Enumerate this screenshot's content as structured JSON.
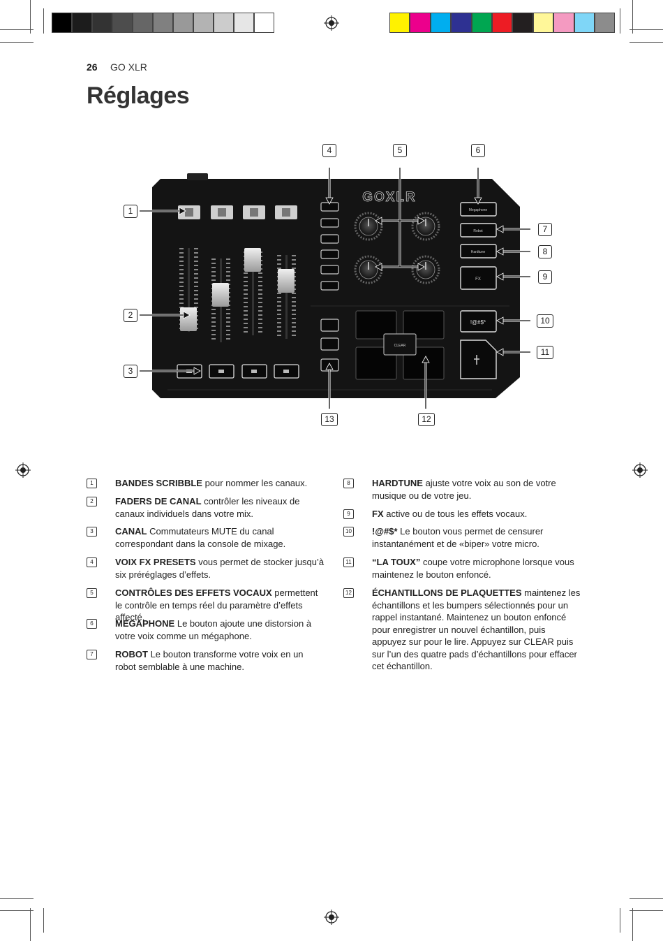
{
  "header": {
    "page_number": "26",
    "product": "GO XLR",
    "title": "Réglages"
  },
  "colors": {
    "grayscale": [
      "#000000",
      "#1c1c1c",
      "#333333",
      "#4d4d4d",
      "#666666",
      "#808080",
      "#999999",
      "#b3b3b3",
      "#cccccc",
      "#e6e6e6",
      "#ffffff"
    ],
    "process": [
      "#fff200",
      "#ec008c",
      "#00aeef",
      "#2e3192",
      "#00a651",
      "#ed1c24",
      "#231f20",
      "#fff799",
      "#f49ac1",
      "#7fd6f7",
      "#8c8c8c"
    ]
  },
  "device": {
    "logo": "GOXLR",
    "fx_labels": [
      "Megaphone",
      "Robot",
      "Hardtune",
      "FX"
    ],
    "censor_label": "!@#$*",
    "sampler_center": "CLEAR"
  },
  "callouts": [
    "1",
    "2",
    "3",
    "4",
    "5",
    "6",
    "7",
    "8",
    "9",
    "10",
    "11",
    "12",
    "13"
  ],
  "legend_left": [
    {
      "num": "1",
      "term": "BANDES SCRIBBLE",
      "text": " pour nommer les canaux."
    },
    {
      "num": "2",
      "term": "FADERS DE CANAL",
      "text": " contrôler les niveaux de canaux individuels dans votre mix."
    },
    {
      "num": "3",
      "term": "CANAL",
      "text": " Commutateurs MUTE du canal correspondant dans la console de mixage."
    },
    {
      "num": "4",
      "term": "VOIX FX PRESETS",
      "text": " vous permet de stocker jusqu’à six préréglages d’effets."
    },
    {
      "num": "5",
      "term": "CONTRÔLES DES EFFETS VOCAUX",
      "text": " permettent le contrôle en temps réel du paramètre d’effets affecté."
    },
    {
      "num": "6",
      "term": "MÉGAPHONE",
      "text": " Le bouton ajoute une distorsion à votre voix comme un mégaphone."
    },
    {
      "num": "7",
      "term": "ROBOT",
      "text": " Le bouton transforme votre voix en un robot semblable à une machine."
    }
  ],
  "legend_right": [
    {
      "num": "8",
      "term": "HARDTUNE",
      "text": " ajuste votre voix au son de votre musique ou de votre jeu."
    },
    {
      "num": "9",
      "term": "FX",
      "text": " active ou de tous les effets vocaux."
    },
    {
      "num": "10",
      "term": "!@#$*",
      "text": " Le bouton vous permet de censurer instantanément et de «biper» votre micro."
    },
    {
      "num": "11",
      "term": "“LA TOUX”",
      "text": " coupe votre microphone lorsque vous maintenez le bouton enfoncé."
    },
    {
      "num": "12",
      "term": "ÉCHANTILLONS DE PLAQUETTES",
      "text": " maintenez les échantillons et les bumpers sélectionnés pour un rappel instantané. Maintenez un bouton enfoncé pour enregistrer un nouvel échantillon, puis appuyez sur pour le lire. Appuyez sur CLEAR puis sur l’un des quatre pads d’échantillons pour effacer cet échantillon."
    }
  ]
}
